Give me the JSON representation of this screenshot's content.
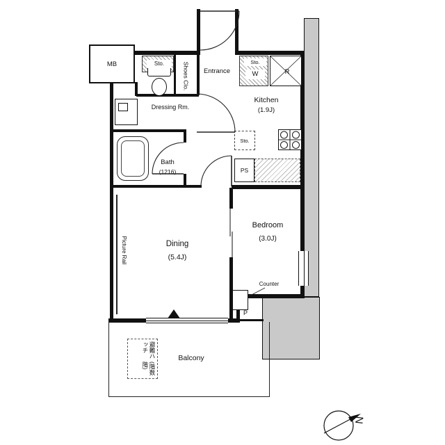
{
  "labels": {
    "mb": "MB",
    "sto_wc": "Sto.",
    "shoes_closet": "Shoes Clo.",
    "entrance": "Entrance",
    "sto_kitchen": "Sto.",
    "washer": "W",
    "fridge": "R",
    "kitchen": "Kitchen",
    "kitchen_size": "(1.9J)",
    "dressing_room": "Dressing Rm.",
    "bath": "Bath",
    "bath_size": "(1216)",
    "sto_hall": "Sto.",
    "pipe_space": "PS",
    "dining": "Dining",
    "dining_size": "(5.4J)",
    "bedroom": "Bedroom",
    "bedroom_size": "(3.0J)",
    "picture_rail": "Picture Rail",
    "counter": "Counter",
    "porch": "P",
    "balcony": "Balcony",
    "evacuation_hatch": "避難ハッチ",
    "evacuation_hatch_sub": "(階数階)",
    "compass": "N"
  },
  "colors": {
    "wall": "#111111",
    "common_area": "#c9c9c9"
  }
}
